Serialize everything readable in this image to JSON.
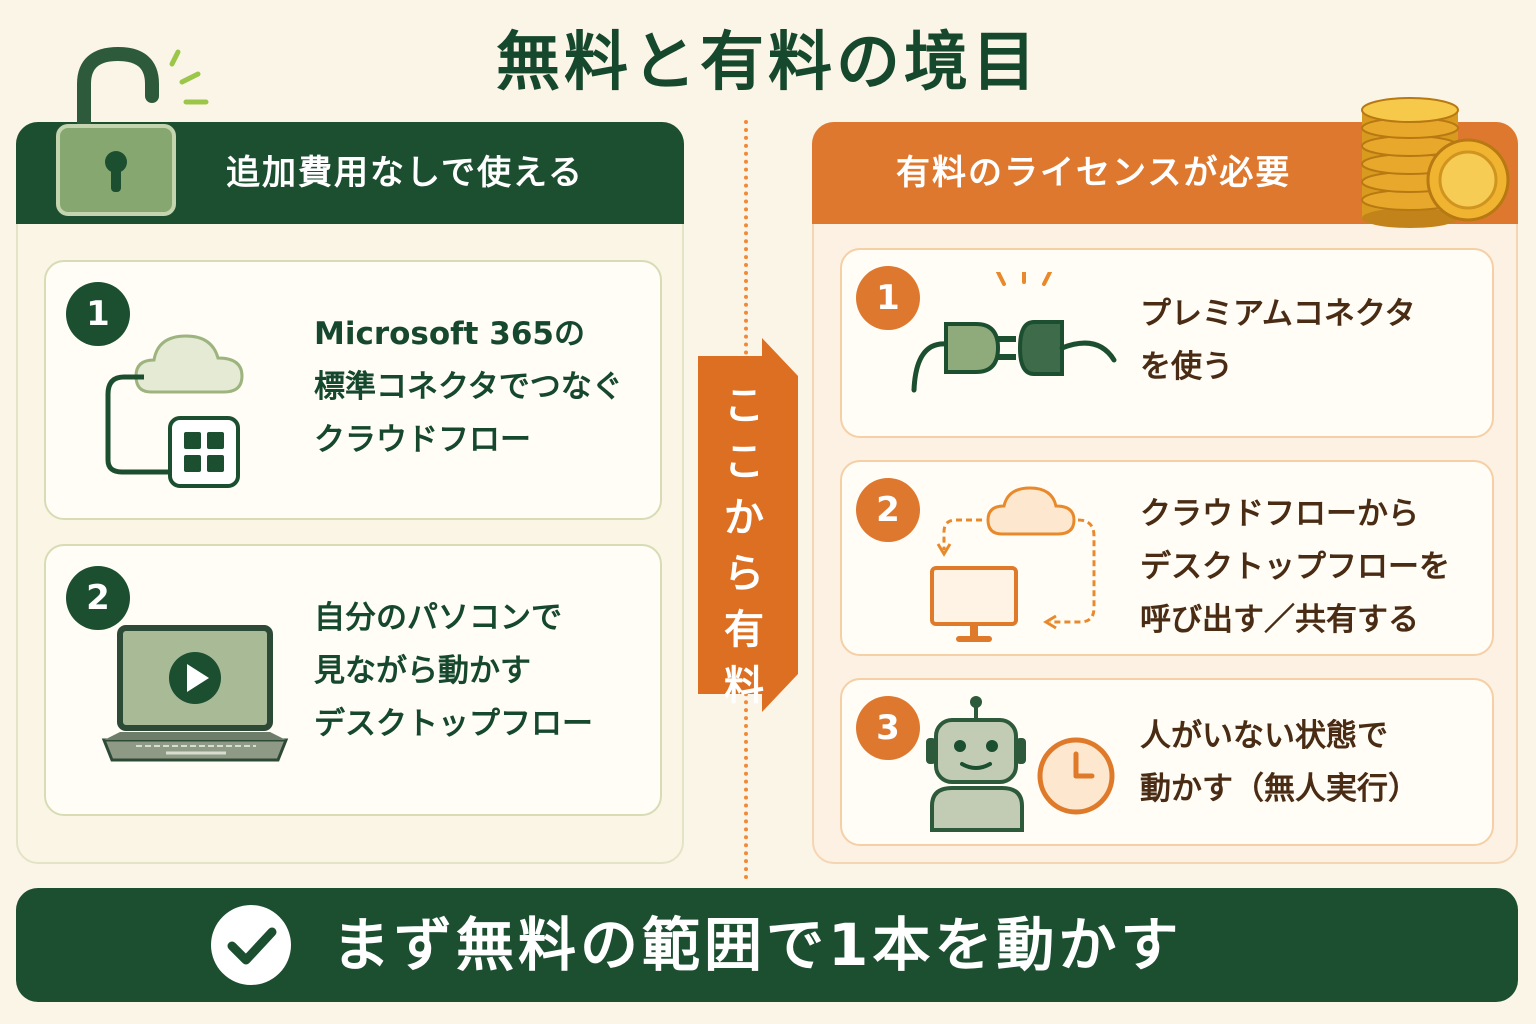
{
  "title": "無料と有料の境目",
  "free": {
    "header": "追加費用なしで使える",
    "cards": [
      {
        "num": "1",
        "text": "Microsoft 365の\n標準コネクタでつなぐ\nクラウドフロー"
      },
      {
        "num": "2",
        "text": "自分のパソコンで\n見ながら動かす\nデスクトップフロー"
      }
    ]
  },
  "divider": {
    "label": "ここ\nから\n有料"
  },
  "paid": {
    "header": "有料のライセンスが必要",
    "cards": [
      {
        "num": "1",
        "text": "プレミアムコネクタ\nを使う"
      },
      {
        "num": "2",
        "text": "クラウドフローから\nデスクトップフローを\n呼び出す／共有する"
      },
      {
        "num": "3",
        "text": "人がいない状態で\n動かす（無人実行）"
      }
    ]
  },
  "bottom": {
    "text": "まず無料の範囲で1本を動かす"
  },
  "colors": {
    "green": "#1c4e30",
    "orange": "#de782f",
    "background": "#fbf5e8"
  },
  "icons": [
    "unlocked-padlock-icon",
    "coin-stack-icon",
    "cloud-grid-icon",
    "laptop-play-icon",
    "plug-icon",
    "cloud-sync-monitor-icon",
    "robot-icon",
    "clock-icon",
    "checkmark-icon"
  ]
}
